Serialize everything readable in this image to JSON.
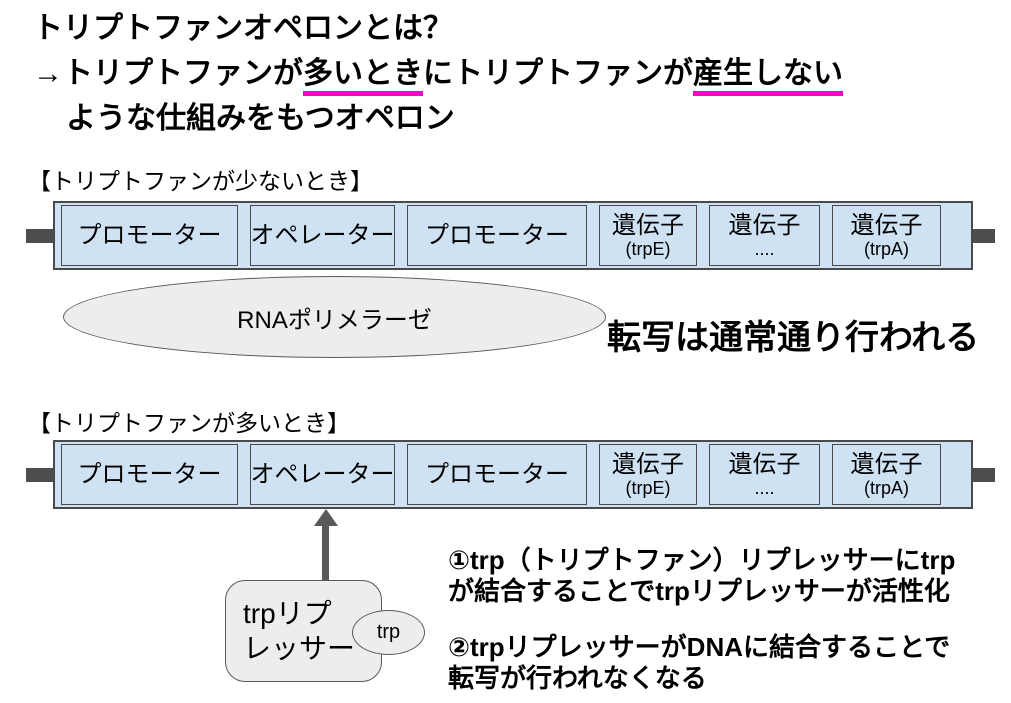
{
  "title": {
    "line1": "トリプトファンオペロンとは？",
    "line2_prefix": "→トリプトファンが",
    "line2_highlight1": "多いとき",
    "line2_mid": "にトリプトファンが",
    "line2_highlight2": "産生しない",
    "line3": "ような仕組みをもつオペロン"
  },
  "section_low": {
    "heading": "【トリプトファンが少ないとき】",
    "dna": {
      "segments": [
        {
          "label": "プロモーター"
        },
        {
          "label": "オペレーター"
        },
        {
          "label": "プロモーター"
        },
        {
          "label": "遺伝子",
          "sub": "(trpE)"
        },
        {
          "label": "遺伝子",
          "sub": "...."
        },
        {
          "label": "遺伝子",
          "sub": "(trpA)"
        }
      ]
    },
    "polymerase_label": "RNAポリメラーゼ",
    "result_text": "転写は通常通り行われる"
  },
  "section_high": {
    "heading": "【トリプトファンが多いとき】",
    "dna": {
      "segments": [
        {
          "label": "プロモーター"
        },
        {
          "label": "オペレーター"
        },
        {
          "label": "プロモーター"
        },
        {
          "label": "遺伝子",
          "sub": "(trpE)"
        },
        {
          "label": "遺伝子",
          "sub": "...."
        },
        {
          "label": "遺伝子",
          "sub": "(trpA)"
        }
      ]
    },
    "repressor": {
      "line1": "trpリプ",
      "line2": "レッサー"
    },
    "trp_label": "trp",
    "note1_line1": "①trp（トリプトファン）リプレッサーにtrp",
    "note1_line2": "が結合することでtrpリプレッサーが活性化",
    "note2_line1": "②trpリプレッサーがDNAに結合することで",
    "note2_line2": "転写が行われなくなる"
  },
  "colors": {
    "highlight_underline": "#ff00cc",
    "dna_fill": "#cfe2f3",
    "dna_border": "#4a4a4a",
    "shape_fill": "#ededed",
    "shape_border": "#595959",
    "text": "#000000",
    "background": "#ffffff"
  }
}
